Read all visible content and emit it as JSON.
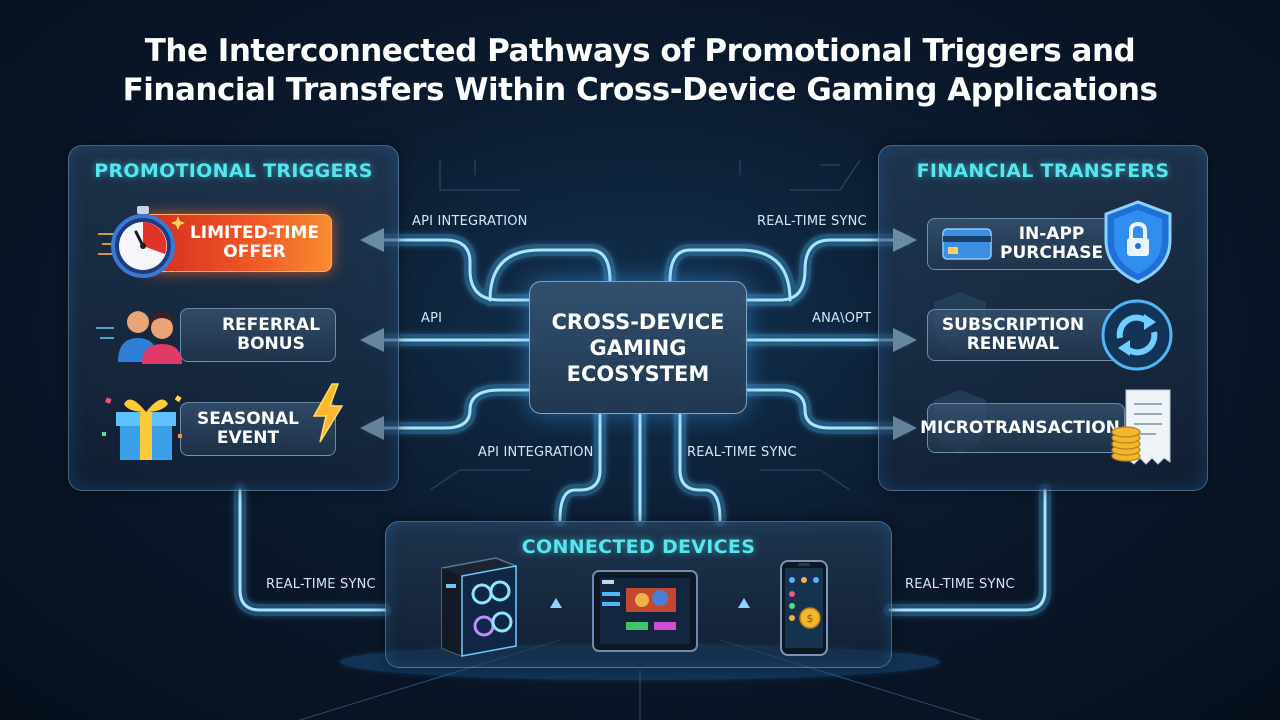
{
  "title": {
    "line1": "The Interconnected Pathways of Promotional Triggers and",
    "line2": "Financial Transfers Within Cross-Device Gaming Applications"
  },
  "hub": {
    "line1": "CROSS-DEVICE",
    "line2": "GAMING",
    "line3": "ECOSYSTEM"
  },
  "promotional": {
    "title": "PROMOTIONAL TRIGGERS",
    "items": [
      {
        "line1": "LIMITED-TIME",
        "line2": "OFFER",
        "icon": "stopwatch-icon"
      },
      {
        "line1": "REFERRAL",
        "line2": "BONUS",
        "icon": "people-icon"
      },
      {
        "line1": "SEASONAL",
        "line2": "EVENT",
        "icon": "gift-icon"
      }
    ]
  },
  "financial": {
    "title": "FINANCIAL TRANSFERS",
    "items": [
      {
        "line1": "IN-APP",
        "line2": "PURCHASE",
        "icon": "credit-card-icon"
      },
      {
        "line1": "SUBSCRIPTION",
        "line2": "RENEWAL",
        "icon": "renew-icon"
      },
      {
        "line1": "MICROTRANSACTION",
        "icon": "coins-receipt-icon"
      }
    ]
  },
  "devices": {
    "title": "CONNECTED DEVICES",
    "items": [
      "gaming-pc-icon",
      "tablet-icon",
      "smartphone-icon"
    ]
  },
  "connection_labels": {
    "left_top": "API INTEGRATION",
    "left_mid": "API",
    "left_bottom": "API INTEGRATION",
    "right_top": "REAL-TIME SYNC",
    "right_mid": "ANA\\OPT",
    "right_bottom": "REAL-TIME SYNC",
    "bottom_left": "REAL-TIME SYNC",
    "bottom_right": "REAL-TIME SYNC"
  },
  "colors": {
    "accent_cyan": "#56e6ee",
    "wire_glow": "#5fc8ff",
    "offer_red": "#e0391f",
    "background": "#0b1a2e"
  }
}
